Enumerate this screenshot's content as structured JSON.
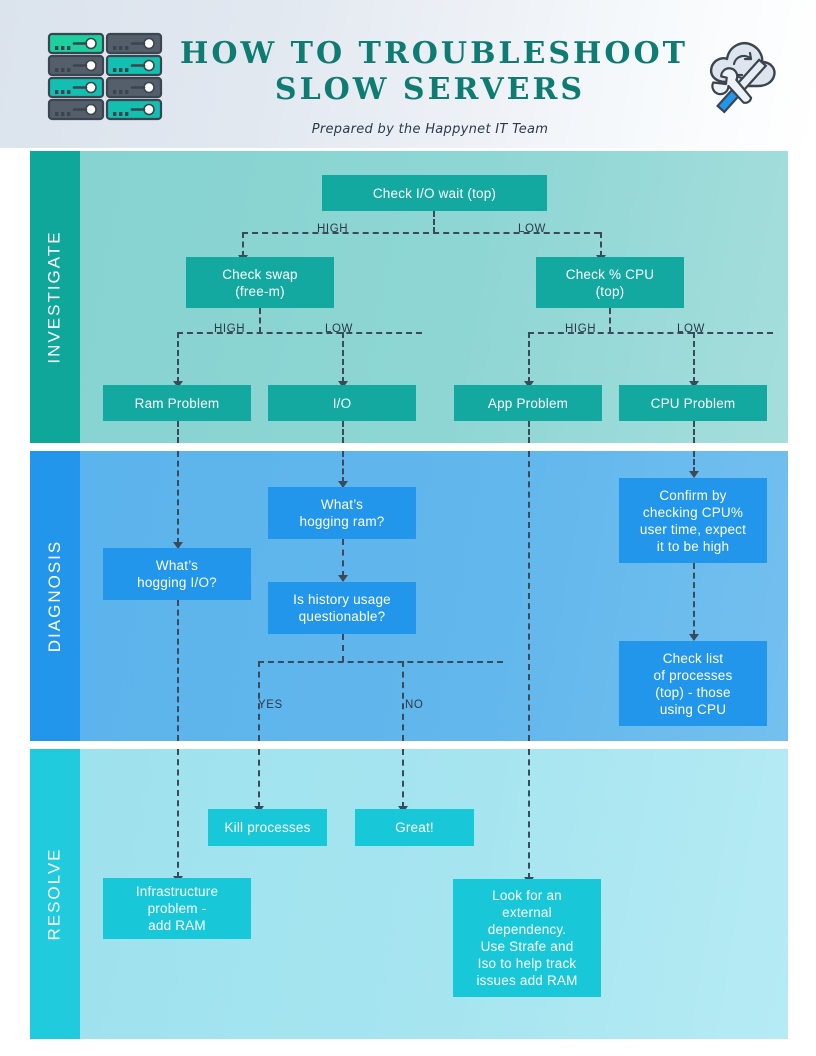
{
  "header": {
    "title_line1": "HOW TO TROUBLESHOOT",
    "title_line2": "SLOW SERVERS",
    "subtitle": "Prepared by the Happynet IT Team",
    "title_color": "#0e7c72",
    "left_icon": "server-rack-icon",
    "right_icon": "cloud-tools-icon"
  },
  "sections": [
    {
      "id": "investigate",
      "label": "INVESTIGATE",
      "label_color": "#10a79b",
      "body_color": "#8ed6d4",
      "box_color": "#13a9a0"
    },
    {
      "id": "diagnosis",
      "label": "DIAGNOSIS",
      "label_color": "#2196ea",
      "body_color": "#62b7ec",
      "box_color": "#2196ea"
    },
    {
      "id": "resolve",
      "label": "RESOLVE",
      "label_color": "#1fcbdd",
      "body_color": "#a6e5f0",
      "box_color": "#18c7d8"
    }
  ],
  "flow": {
    "investigate": {
      "root": "Check I/O wait (top)",
      "swap": "Check swap\n(free-m)",
      "cpu": "Check % CPU\n(top)",
      "ram_problem": "Ram Problem",
      "io": "I/O",
      "app_problem": "App Problem",
      "cpu_problem": "CPU Problem"
    },
    "diagnosis": {
      "hogging_io": "What’s\nhogging I/O?",
      "hogging_ram": "What’s\nhogging ram?",
      "history_usage": "Is history usage\nquestionable?",
      "confirm_cpu": "Confirm by\nchecking CPU%\nuser time, expect\nit to be high",
      "check_list": "Check list\nof processes\n(top) - those\nusing CPU"
    },
    "resolve": {
      "kill_processes": "Kill processes",
      "great": "Great!",
      "infrastructure": "Infrastructure\nproblem -\nadd RAM",
      "external_dependency": "Look for an\nexternal\ndependency.\nUse Strafe and\nIso to help track\nissues add RAM"
    }
  },
  "edge_labels": {
    "root_high": "HIGH",
    "root_low": "LOW",
    "swap_high": "HIGH",
    "swap_low": "LOW",
    "cpu_high": "HIGH",
    "cpu_low": "LOW",
    "history_yes": "YES",
    "history_no": "NO"
  }
}
